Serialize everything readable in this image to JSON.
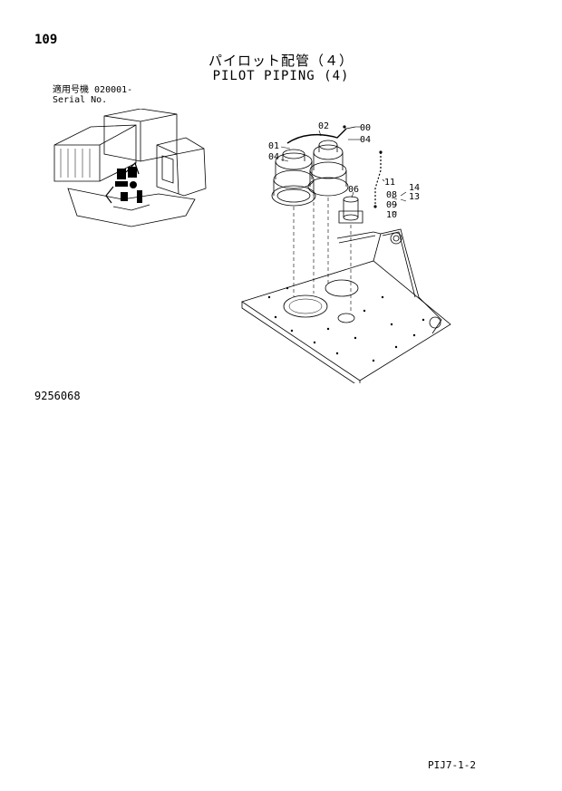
{
  "page": {
    "number": "109",
    "title_jp": "パイロット配管（４）",
    "title_en": "PILOT PIPING (4)",
    "serial_label_jp": "適用号機",
    "serial_value": "020001-",
    "serial_label_en": "Serial No.",
    "doc_code": "9256068",
    "footer_code": "PIJ7-1-2"
  },
  "callouts": {
    "c00": "00",
    "c01": "01",
    "c02": "02",
    "c04a": "04",
    "c04b": "04",
    "c06": "06",
    "c08": "08",
    "c09": "09",
    "c10": "10",
    "c11": "11",
    "c13": "13",
    "c14": "14"
  }
}
